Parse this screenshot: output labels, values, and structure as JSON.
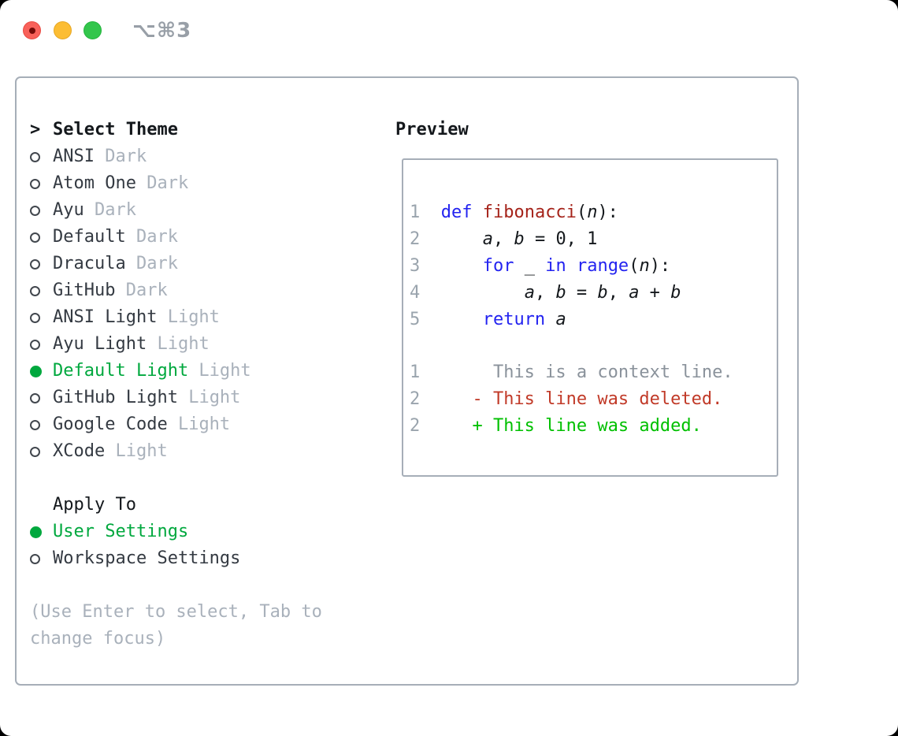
{
  "window": {
    "title": "⌥⌘3",
    "traffic_lights": [
      {
        "name": "close",
        "color": "#f8615a"
      },
      {
        "name": "minimize",
        "color": "#fcbd33"
      },
      {
        "name": "zoom",
        "color": "#33c64c"
      }
    ]
  },
  "colors": {
    "accent-green": "#00a83e",
    "diff-add": "#00c000",
    "diff-del": "#c13a28",
    "keyword": "#2323f0",
    "func": "#a5231a",
    "text-dark": "#343a42",
    "text-black": "#14181c",
    "muted": "#a9b1bb",
    "linenum": "#9aa4ad",
    "context": "#8a929b",
    "border": "#a6aeb8"
  },
  "theme_panel": {
    "header": {
      "cursor": ">",
      "label": "Select Theme"
    },
    "themes": [
      {
        "name": "ANSI",
        "variant": "Dark",
        "selected": false
      },
      {
        "name": "Atom One",
        "variant": "Dark",
        "selected": false
      },
      {
        "name": "Ayu",
        "variant": "Dark",
        "selected": false
      },
      {
        "name": "Default",
        "variant": "Dark",
        "selected": false
      },
      {
        "name": "Dracula",
        "variant": "Dark",
        "selected": false
      },
      {
        "name": "GitHub",
        "variant": "Dark",
        "selected": false
      },
      {
        "name": "ANSI Light",
        "variant": "Light",
        "selected": false
      },
      {
        "name": "Ayu Light",
        "variant": "Light",
        "selected": false
      },
      {
        "name": "Default Light",
        "variant": "Light",
        "selected": true
      },
      {
        "name": "GitHub Light",
        "variant": "Light",
        "selected": false
      },
      {
        "name": "Google Code",
        "variant": "Light",
        "selected": false
      },
      {
        "name": "XCode",
        "variant": "Light",
        "selected": false
      }
    ],
    "apply_to": {
      "label": "Apply To",
      "options": [
        {
          "name": "User Settings",
          "selected": true
        },
        {
          "name": "Workspace Settings",
          "selected": false
        }
      ]
    },
    "help_text": "(Use Enter to select, Tab to change focus)"
  },
  "preview": {
    "label": "Preview",
    "code_lines": [
      {
        "num": "1",
        "tokens": [
          {
            "t": "def",
            "c": "kw"
          },
          {
            "t": " ",
            "c": "plain"
          },
          {
            "t": "fibonacci",
            "c": "fn"
          },
          {
            "t": "(",
            "c": "plain"
          },
          {
            "t": "n",
            "c": "var"
          },
          {
            "t": "):",
            "c": "plain"
          }
        ]
      },
      {
        "num": "2",
        "tokens": [
          {
            "t": "    ",
            "c": "plain"
          },
          {
            "t": "a",
            "c": "var"
          },
          {
            "t": ", ",
            "c": "plain"
          },
          {
            "t": "b",
            "c": "var"
          },
          {
            "t": " = 0, 1",
            "c": "plain"
          }
        ]
      },
      {
        "num": "3",
        "tokens": [
          {
            "t": "    ",
            "c": "plain"
          },
          {
            "t": "for",
            "c": "kw"
          },
          {
            "t": " _ ",
            "c": "plain"
          },
          {
            "t": "in",
            "c": "kw"
          },
          {
            "t": " ",
            "c": "plain"
          },
          {
            "t": "range",
            "c": "kw"
          },
          {
            "t": "(",
            "c": "plain"
          },
          {
            "t": "n",
            "c": "var"
          },
          {
            "t": "):",
            "c": "plain"
          }
        ]
      },
      {
        "num": "4",
        "tokens": [
          {
            "t": "        ",
            "c": "plain"
          },
          {
            "t": "a",
            "c": "var"
          },
          {
            "t": ", ",
            "c": "plain"
          },
          {
            "t": "b",
            "c": "var"
          },
          {
            "t": " = ",
            "c": "plain"
          },
          {
            "t": "b",
            "c": "var"
          },
          {
            "t": ", ",
            "c": "plain"
          },
          {
            "t": "a",
            "c": "var"
          },
          {
            "t": " + ",
            "c": "plain"
          },
          {
            "t": "b",
            "c": "var"
          }
        ]
      },
      {
        "num": "5",
        "tokens": [
          {
            "t": "    ",
            "c": "plain"
          },
          {
            "t": "return",
            "c": "kw"
          },
          {
            "t": " ",
            "c": "plain"
          },
          {
            "t": "a",
            "c": "var"
          }
        ]
      },
      {
        "blank": true
      },
      {
        "num": "1",
        "tokens": [
          {
            "t": "     This is a context line.",
            "c": "ctx"
          }
        ]
      },
      {
        "num": "2",
        "tokens": [
          {
            "t": "   - This line was deleted.",
            "c": "del"
          }
        ]
      },
      {
        "num": "2",
        "tokens": [
          {
            "t": "   + This line was added.",
            "c": "add"
          }
        ]
      }
    ]
  }
}
